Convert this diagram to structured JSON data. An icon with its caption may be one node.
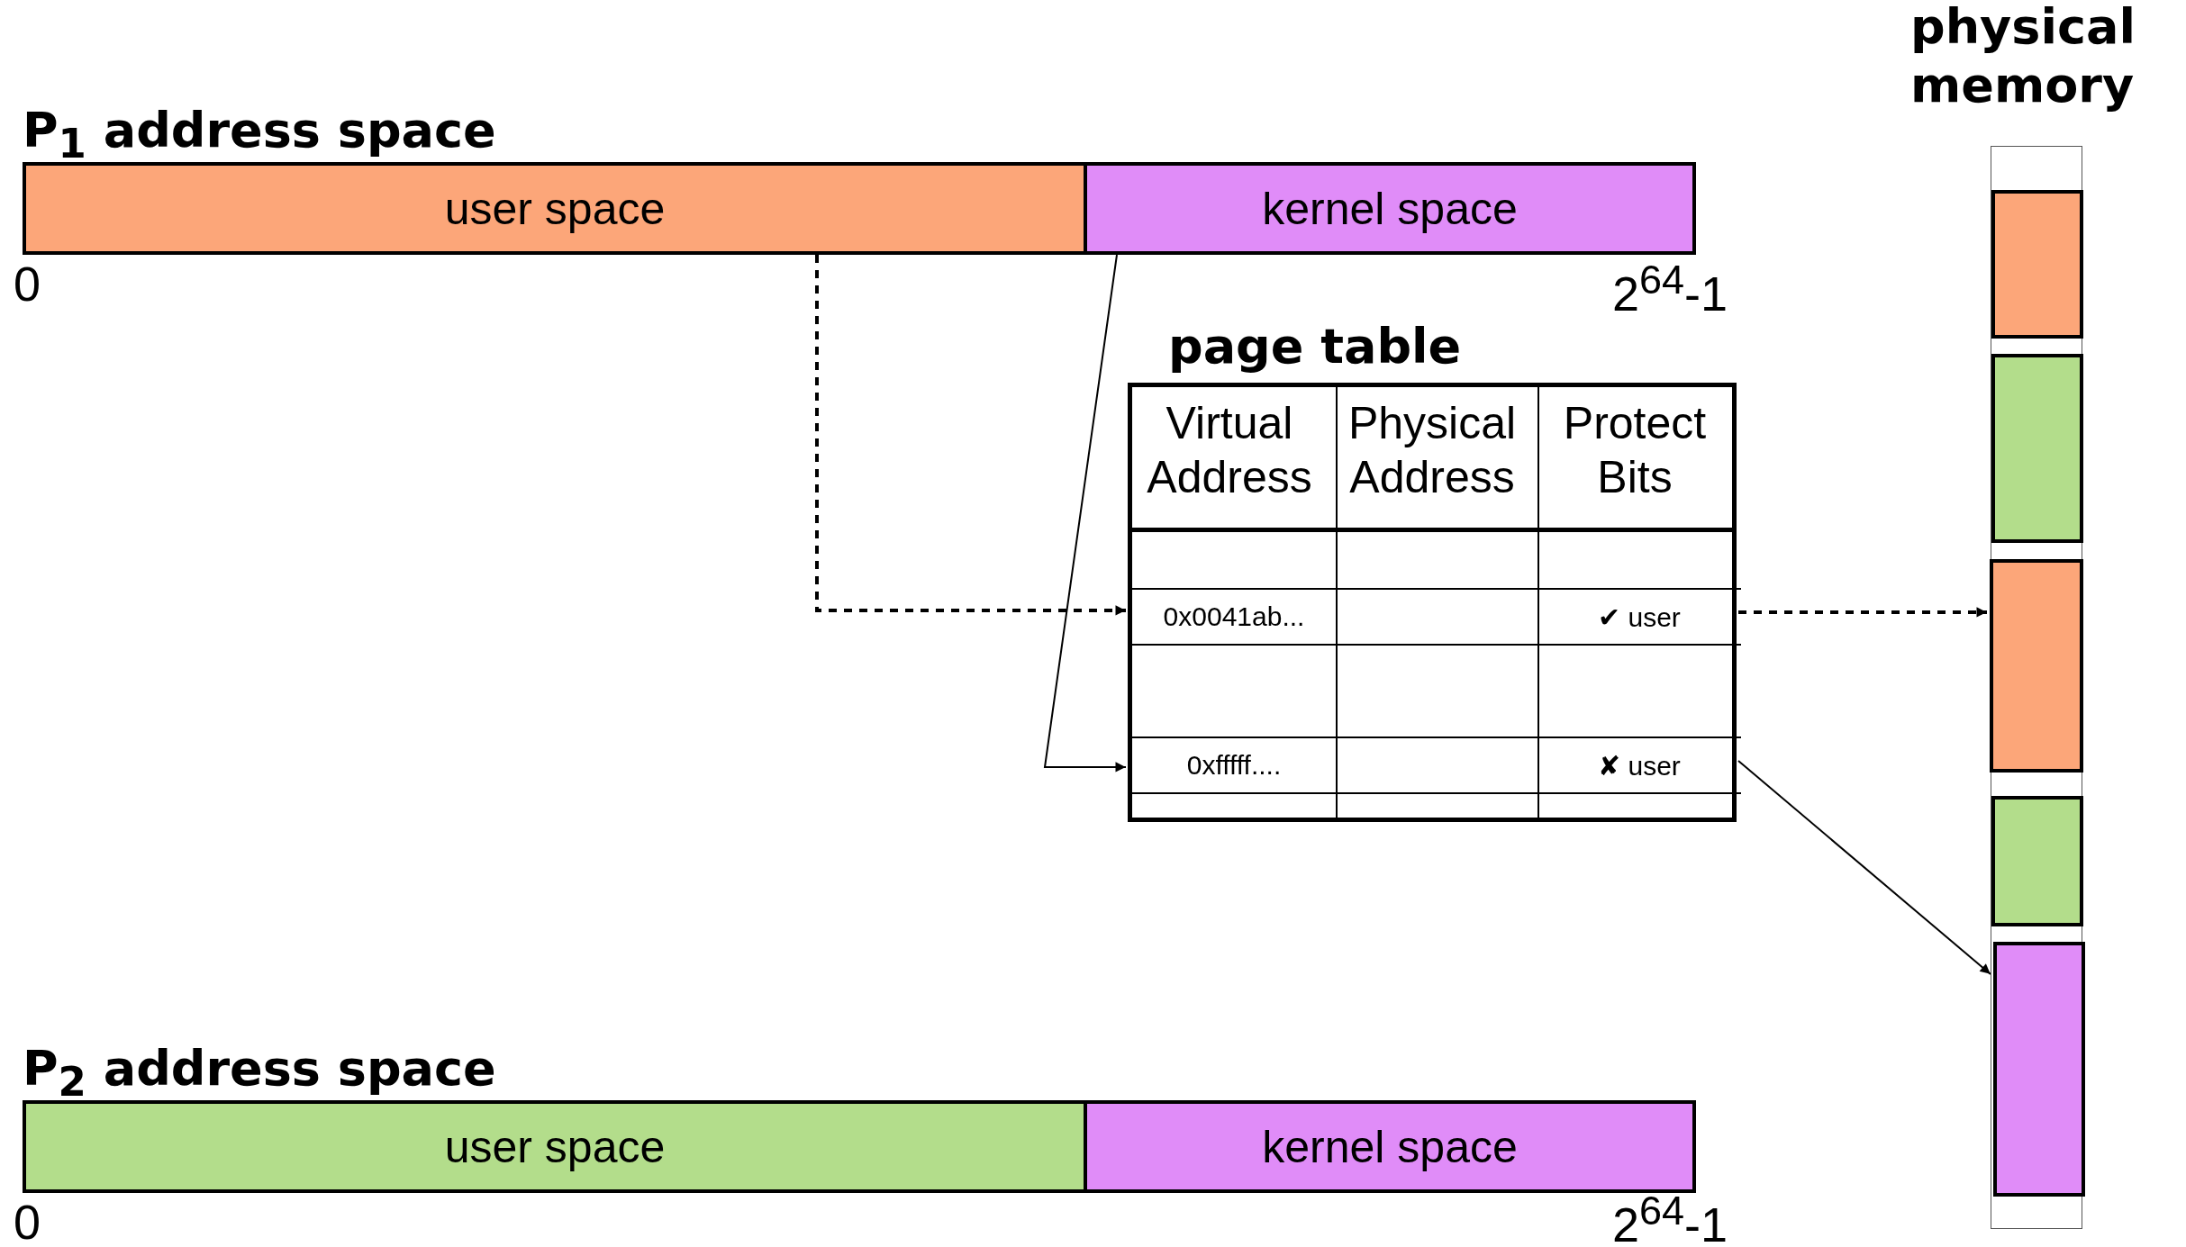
{
  "diagram": {
    "nodes": [
      {
        "text": [
          "P$_{1}$ address space"
        ]
      },
      {
        "text": [
          "user space"
        ],
        "in": 0
      },
      {
        "text": [
          "kernel space"
        ],
        "in": 0
      },
      {
        "text": [
          "page table"
        ]
      },
      {
        "text": [
          "0x0041ab...",
          "✔ user"
        ],
        "in": 3
      },
      {
        "text": [
          "0xfffff....",
          "✘ user"
        ],
        "in": 3
      },
      {
        "text": [
          "physical memory"
        ]
      },
      {
        "text": [],
        "shape": "box",
        "in": 6
      },
      {
        "text": [],
        "shape": "box",
        "in": 6
      },
      {
        "text": [],
        "shape": "box",
        "in": 6
      },
      {
        "text": [],
        "shape": "box",
        "in": 6
      },
      {
        "text": [],
        "shape": "box",
        "in": 6
      },
      {
        "text": [
          "P$_{2}$ address space"
        ]
      },
      {
        "text": [
          "user space"
        ],
        "in": 12
      },
      {
        "text": [
          "kernel space"
        ],
        "in": 12
      }
    ],
    "edges": [
      {
        "from": 1,
        "to": 4,
        "arrow": "to",
        "style": "dashed"
      },
      {
        "from": 2,
        "to": 5,
        "arrow": "to"
      },
      {
        "from": 4,
        "to": 9,
        "arrow": "to",
        "style": "dashed"
      },
      {
        "from": 5,
        "to": 11,
        "arrow": "to"
      }
    ],
    "labels": [
      "0",
      "2$^{64}$-1",
      "Virtual Address",
      "Physical Address",
      "Protect Bits",
      "0",
      "2$^{64}$-1"
    ]
  }
}
